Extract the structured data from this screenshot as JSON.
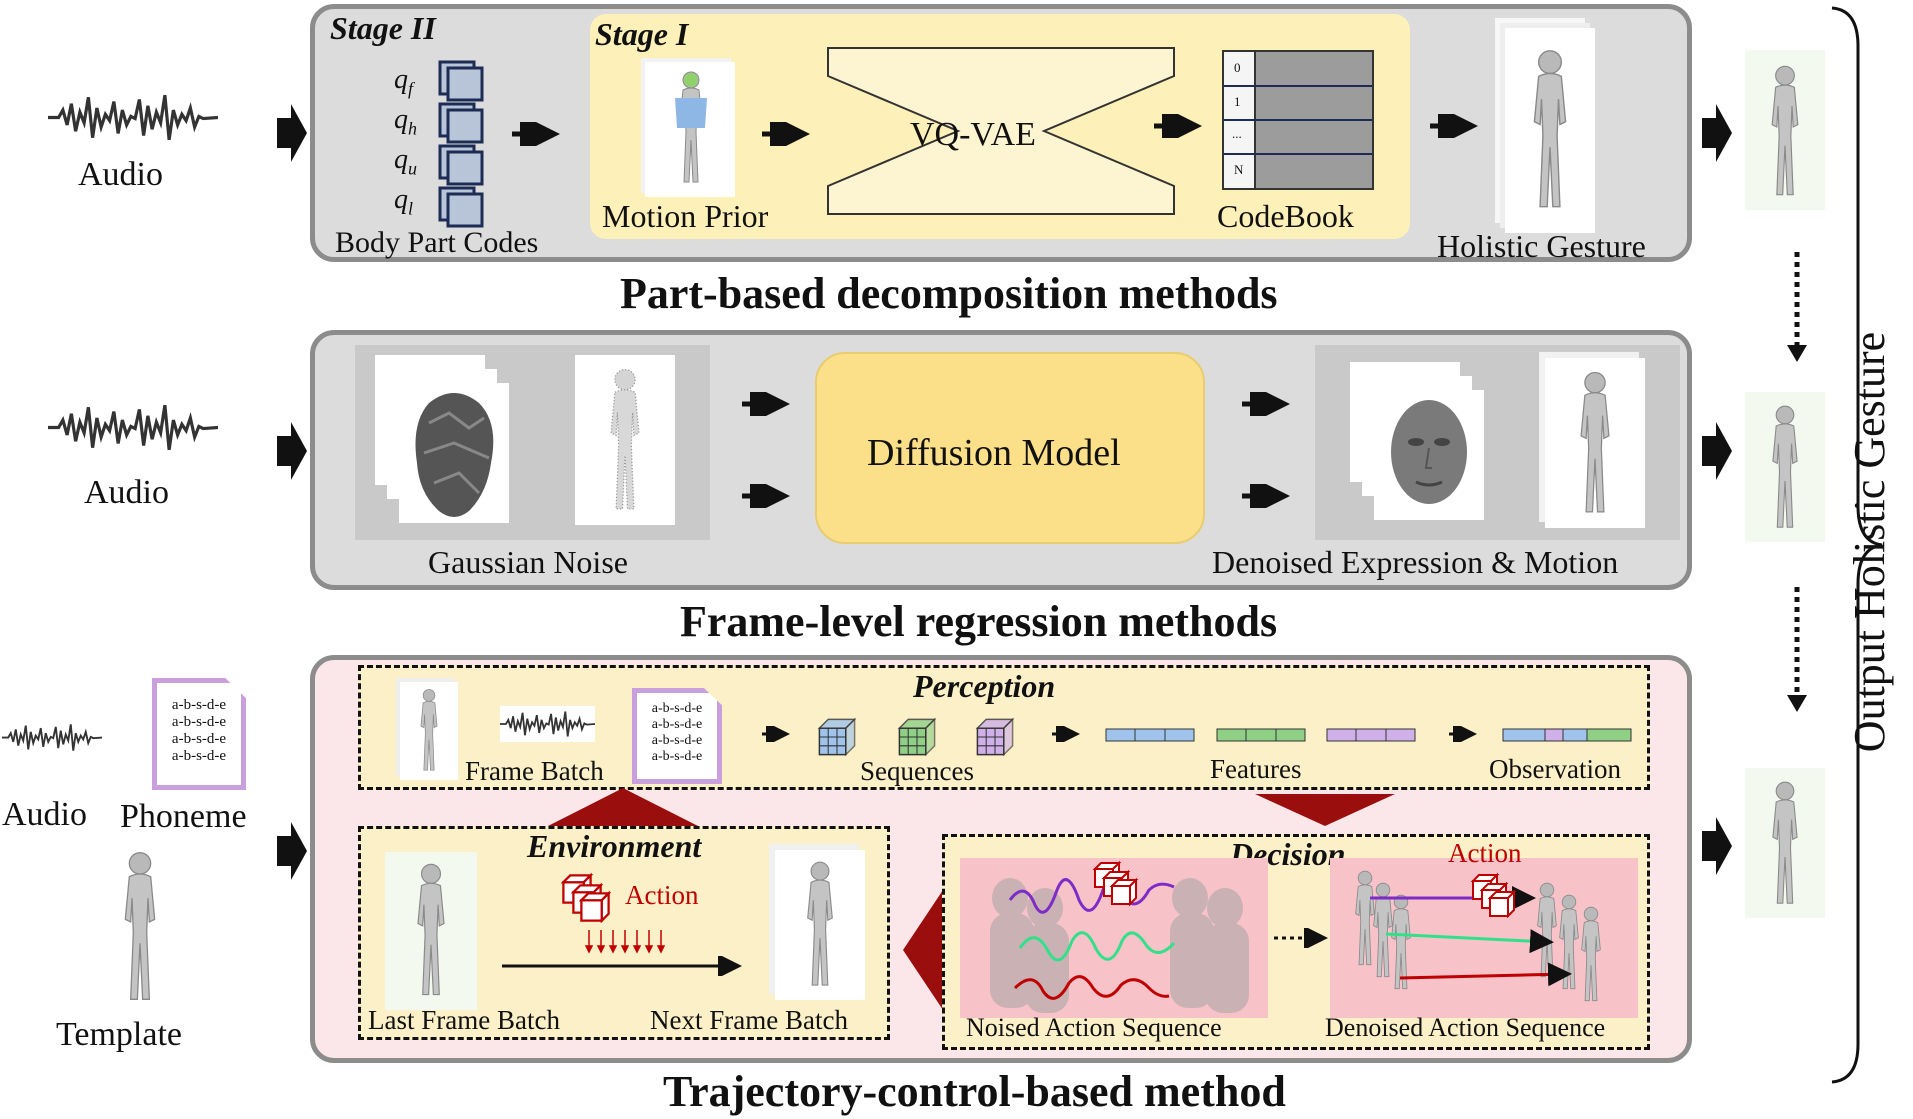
{
  "inputs": {
    "audio_1": "Audio",
    "audio_2": "Audio",
    "audio_3": "Audio",
    "phoneme": "Phoneme",
    "template": "Template",
    "phoneme_text": "a-b-s-d-e"
  },
  "panel_part": {
    "stage_ii": "Stage II",
    "stage_i": "Stage I",
    "codes": [
      "q",
      "q",
      "q",
      "q"
    ],
    "code_subs": [
      "f",
      "h",
      "u",
      "l"
    ],
    "body_part_codes": "Body Part Codes",
    "motion_prior": "Motion Prior",
    "vqvae": "VQ-VAE",
    "codebook_rows": [
      "0",
      "1",
      "...",
      "N"
    ],
    "codebook": "CodeBook",
    "holistic_gesture": "Holistic Gesture",
    "caption": "Part-based decomposition methods"
  },
  "panel_frame": {
    "diffusion": "Diffusion Model",
    "gaussian_noise": "Gaussian Noise",
    "denoised": "Denoised Expression & Motion",
    "caption": "Frame-level regression methods"
  },
  "panel_traj": {
    "perception": "Perception",
    "frame_batch": "Frame Batch",
    "sequences": "Sequences",
    "features": "Features",
    "observation": "Observation",
    "environment": "Environment",
    "action": "Action",
    "last_frame_batch": "Last Frame Batch",
    "next_frame_batch": "Next Frame Batch",
    "decision": "Decision",
    "decision_action": "Action",
    "noised_seq": "Noised Action Sequence",
    "denoised_seq": "Denoised Action Sequence",
    "caption": "Trajectory-control-based method"
  },
  "output": {
    "label": "Output Holistic Gesture"
  },
  "colors": {
    "panel_gray": "#dcdcdc",
    "panel_border": "#8c8c8c",
    "yellow": "#fdf0b8",
    "yellow_strong": "#fbe089",
    "pink_panel": "#fbe7e9",
    "dark_red": "#9b0e0e",
    "action_red": "#c00000",
    "cube_blue": "#9fc3ea",
    "cube_green": "#8fcf86",
    "cube_purple": "#cfb0e8"
  }
}
